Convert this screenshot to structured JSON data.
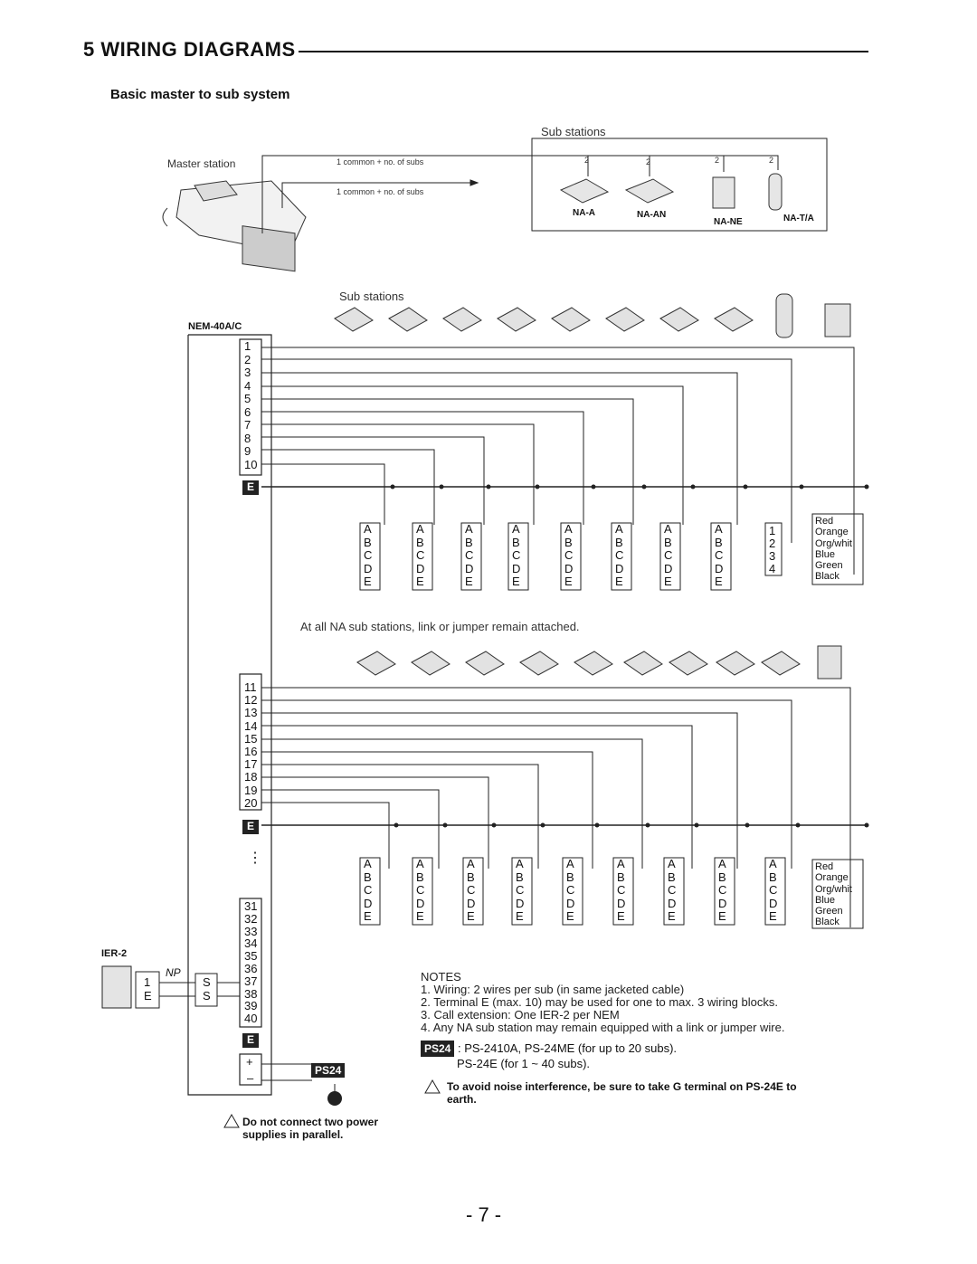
{
  "heading": {
    "number": "5",
    "title": "WIRING DIAGRAMS",
    "subtitle": "Basic master to sub system"
  },
  "top_diagram": {
    "master_label": "Master station",
    "sub_label": "Sub stations",
    "cable_label_1": "1 common + no. of subs",
    "cable_label_2": "1 common + no. of subs",
    "wire_count": "2",
    "models": [
      "NA-A",
      "NA-AN",
      "NA-NE",
      "NA-T/A"
    ]
  },
  "main_diagram": {
    "nem_label": "NEM-40A/C",
    "sub_label": "Sub stations",
    "terminals_top": [
      "1",
      "2",
      "3",
      "4",
      "5",
      "6",
      "7",
      "8",
      "9",
      "10"
    ],
    "terminals_mid": [
      "11",
      "12",
      "13",
      "14",
      "15",
      "16",
      "17",
      "18",
      "19",
      "20"
    ],
    "terminals_bot": [
      "31",
      "32",
      "33",
      "34",
      "35",
      "36",
      "37",
      "38",
      "39",
      "40"
    ],
    "e_label": "E",
    "dots": "⋮",
    "abcde": [
      "A",
      "B",
      "C",
      "D",
      "E"
    ],
    "nt_terminals": [
      "1",
      "2",
      "3",
      "4"
    ],
    "wire_colors": [
      "Red",
      "Orange",
      "Org/whit",
      "Blue",
      "Green",
      "Black"
    ],
    "jumper_note": "At all NA sub stations, link or jumper remain attached.",
    "ier_label": "IER-2",
    "np_label": "NP",
    "ier_terminals": [
      "1",
      "E"
    ],
    "s_terminals": [
      "S",
      "S"
    ],
    "plus": "+",
    "minus": "–",
    "ps24": "PS24"
  },
  "notes": {
    "title": "NOTES",
    "items": [
      "1.  Wiring:  2 wires per sub (in same jacketed cable)",
      "2.  Terminal E (max. 10) may be used for one to max. 3 wiring blocks.",
      "3.  Call extension:  One IER-2 per NEM",
      "4.  Any NA sub station may remain equipped with a link or jumper wire."
    ],
    "ps_line1": ":  PS-2410A, PS-24ME (for up to 20 subs).",
    "ps_line2": "PS-24E (for 1 ~ 40 subs).",
    "warn_noise": "To avoid noise interference, be sure to take G terminal on PS-24E to earth.",
    "warn_parallel": "Do not connect two power supplies in parallel."
  },
  "page_number": "- 7 -"
}
